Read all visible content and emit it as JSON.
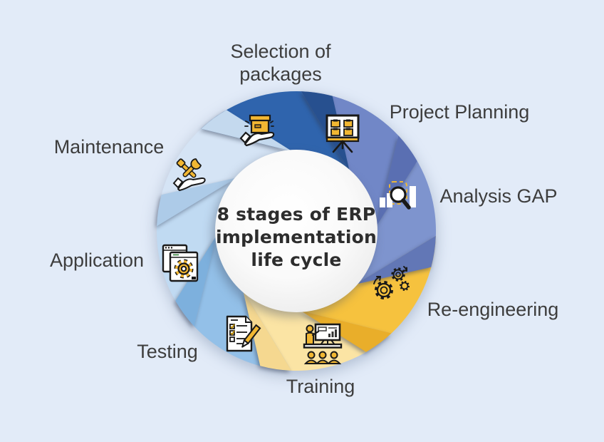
{
  "page": {
    "background_color": "#e2ebf8",
    "accent_yellow": "#f2b732",
    "outline_black": "#191919"
  },
  "diagram": {
    "title": "8 stages of ERP implementation life cycle",
    "center": {
      "line1": "8 stages of ERP",
      "line2": "implementation",
      "line3": "life cycle",
      "text_color": "#2d2d2d",
      "fill_start": "#ffffff",
      "fill_end": "#e3e3e3"
    },
    "segments": [
      {
        "label": "Selection of packages",
        "label_line1": "Selection of",
        "label_line2": "packages",
        "color": "#2f64ad",
        "fold_color": "#27508f",
        "icon": "package-in-hand-icon"
      },
      {
        "label": "Project Planning",
        "label_line1": "Project Planning",
        "color": "#7187c7",
        "fold_color": "#5a6fb2",
        "icon": "presentation-board-icon"
      },
      {
        "label": "Analysis GAP",
        "label_line1": "Analysis GAP",
        "color": "#7e94ce",
        "fold_color": "#6277b6",
        "icon": "chart-magnifier-icon"
      },
      {
        "label": "Re-engineering",
        "label_line1": "Re-engineering",
        "color": "#f6c23e",
        "fold_color": "#e9ae2a",
        "icon": "gears-icon"
      },
      {
        "label": "Training",
        "label_line1": "Training",
        "color": "#fbe4a4",
        "fold_color": "#f5d890",
        "icon": "trainer-icon"
      },
      {
        "label": "Testing",
        "label_line1": "Testing",
        "color": "#93c0e8",
        "fold_color": "#7db0dd",
        "icon": "checklist-icon"
      },
      {
        "label": "Application",
        "label_line1": "Application",
        "color": "#c0daf2",
        "fold_color": "#adcbe8",
        "icon": "app-windows-gear-icon"
      },
      {
        "label": "Maintenance",
        "label_line1": "Maintenance",
        "color": "#d5e4f5",
        "fold_color": "#c4d9ee",
        "icon": "tools-hand-icon"
      }
    ]
  }
}
